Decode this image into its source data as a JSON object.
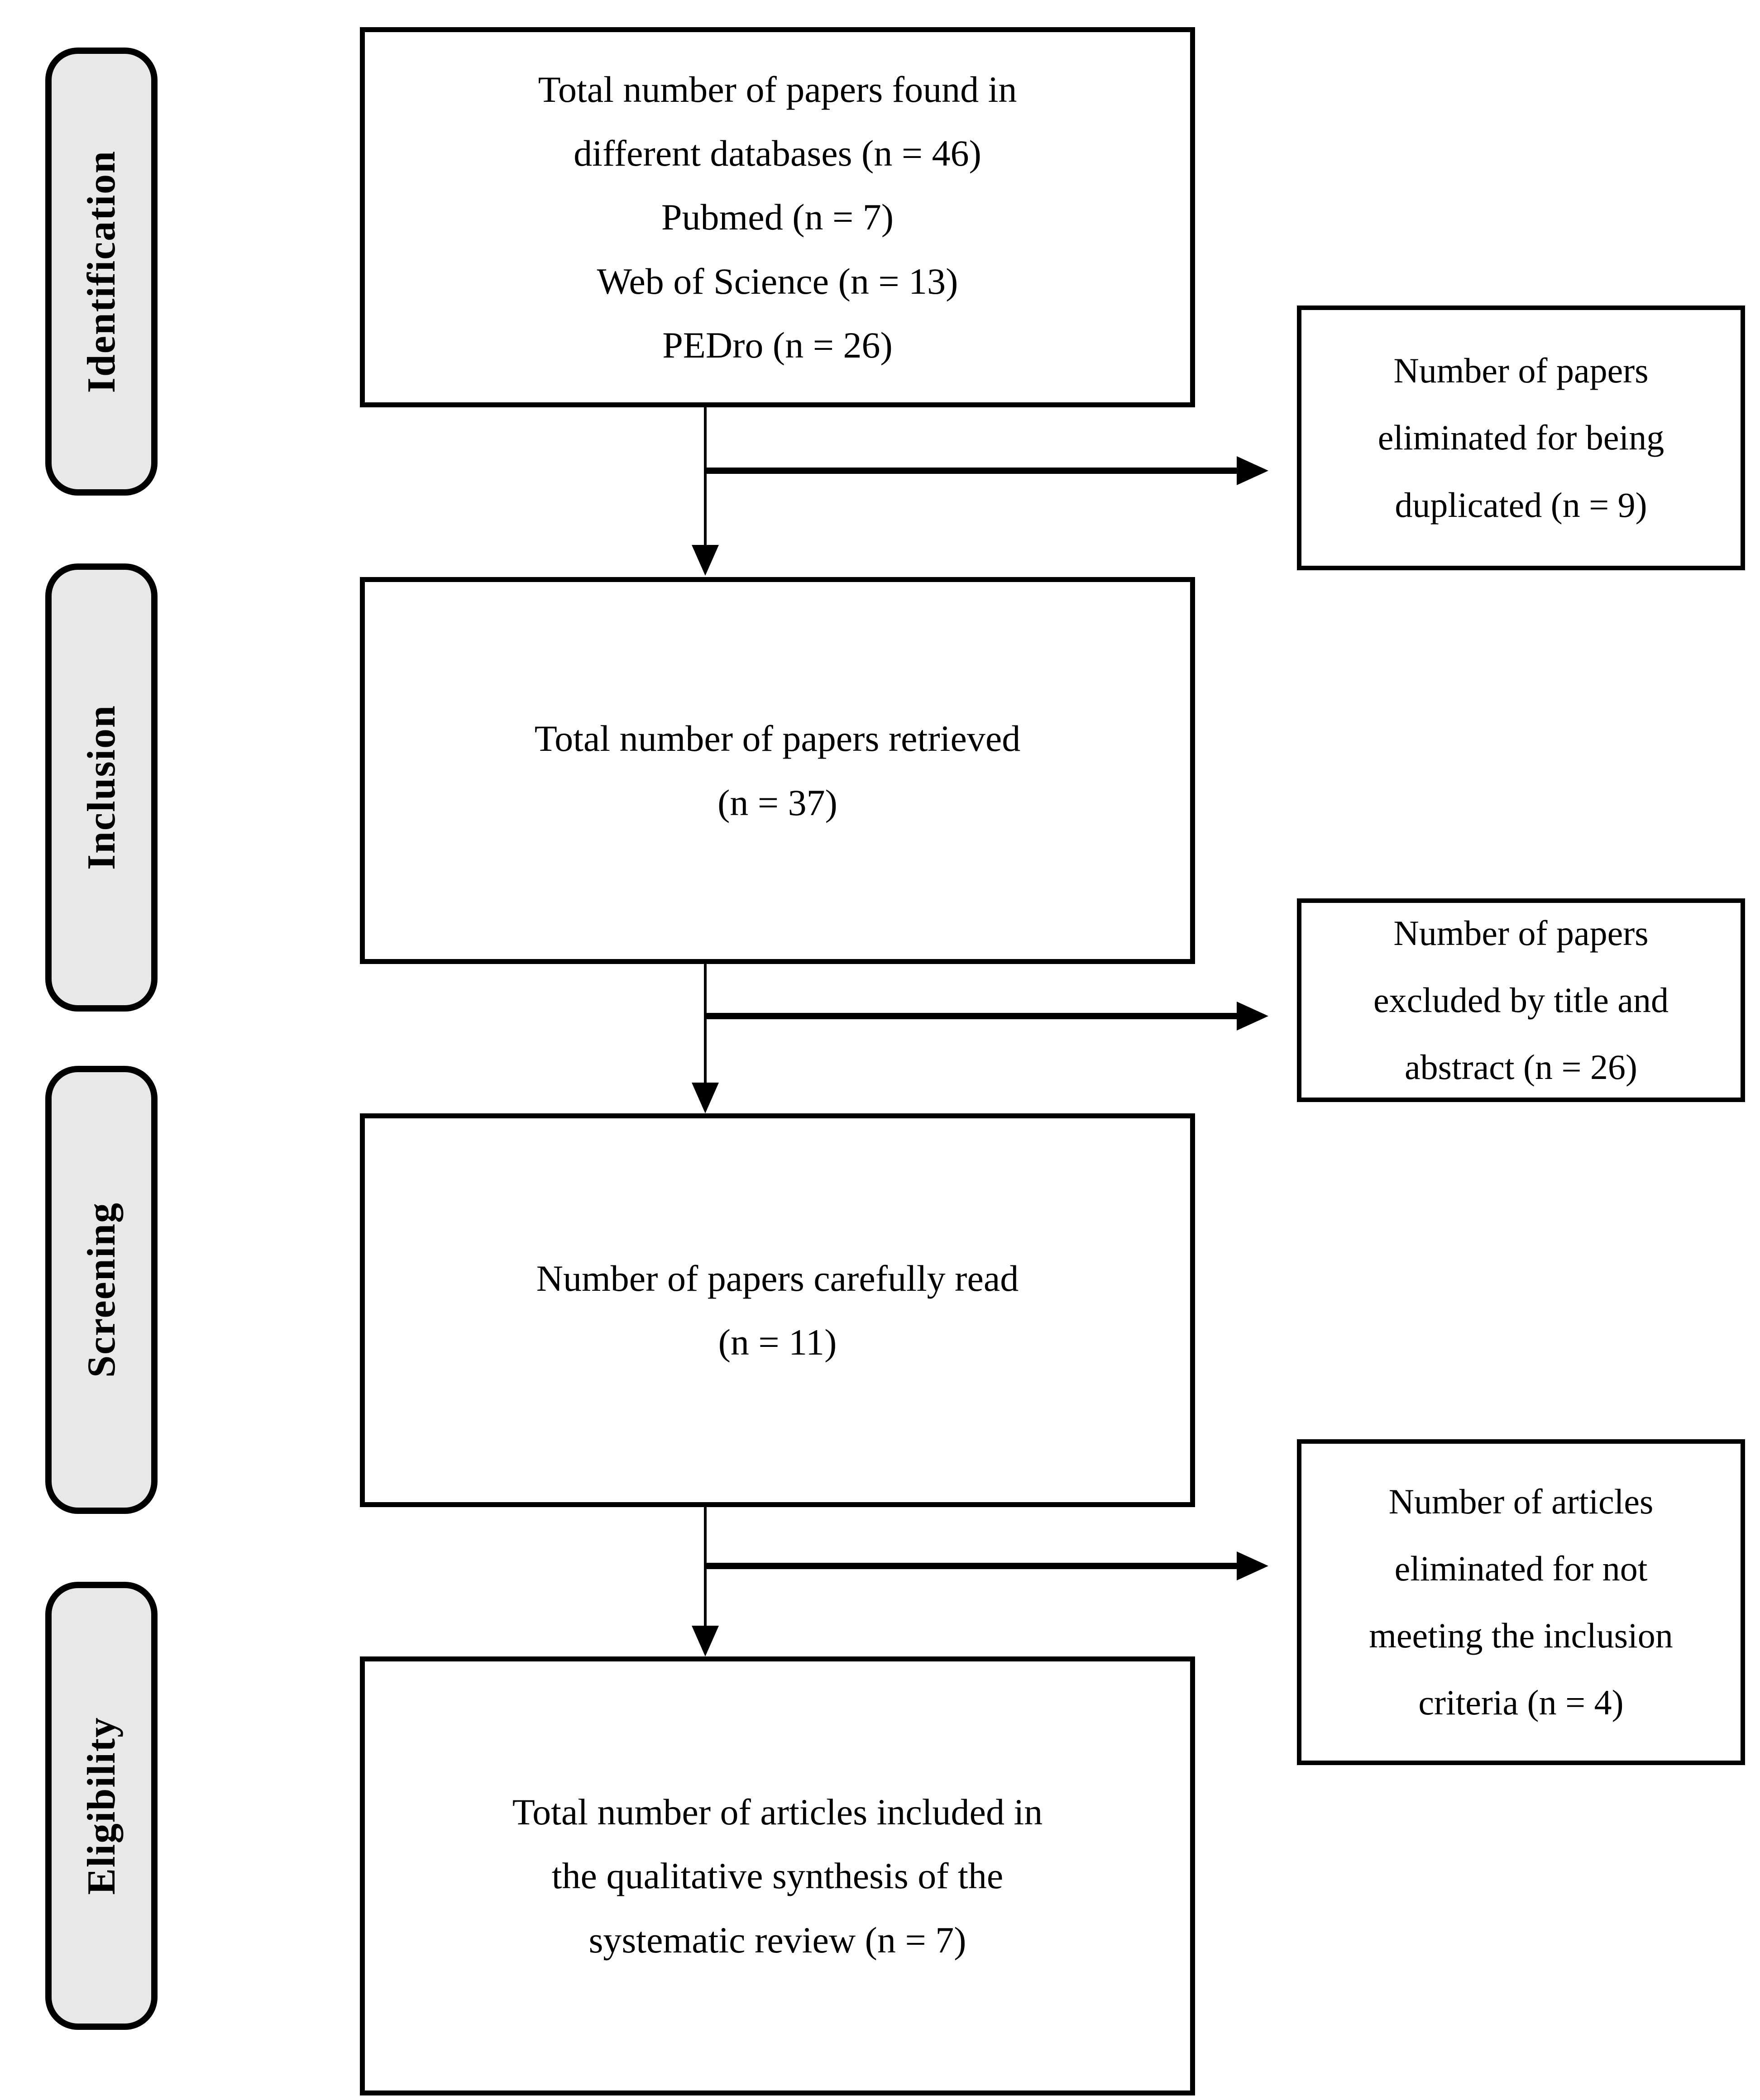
{
  "figure": {
    "stages": [
      {
        "label": "Identification"
      },
      {
        "label": "Inclusion"
      },
      {
        "label": "Screening"
      },
      {
        "label": "Eligibility"
      }
    ],
    "flow_boxes": [
      {
        "text": "Total number of papers found in\ndifferent databases (n = 46)\nPubmed (n = 7)\nWeb of Science (n = 13)\nPEDro (n = 26)"
      },
      {
        "text": "Total number of papers retrieved\n(n = 37)"
      },
      {
        "text": "Number of papers carefully read\n(n = 11)"
      },
      {
        "text": "Total number of articles included in\nthe qualitative synthesis of the\nsystematic review (n = 7)"
      }
    ],
    "exclusion_boxes": [
      {
        "text": "Number of papers\neliminated for being\nduplicated (n = 9)"
      },
      {
        "text": "Number of papers\nexcluded by title and\nabstract (n = 26)"
      },
      {
        "text": "Number of articles\neliminated for not\nmeeting the inclusion\ncriteria (n = 4)"
      }
    ],
    "colors": {
      "stage_fill": "#e8e8e8",
      "box_fill": "#ffffff",
      "line": "#000000",
      "text": "#000000"
    }
  }
}
